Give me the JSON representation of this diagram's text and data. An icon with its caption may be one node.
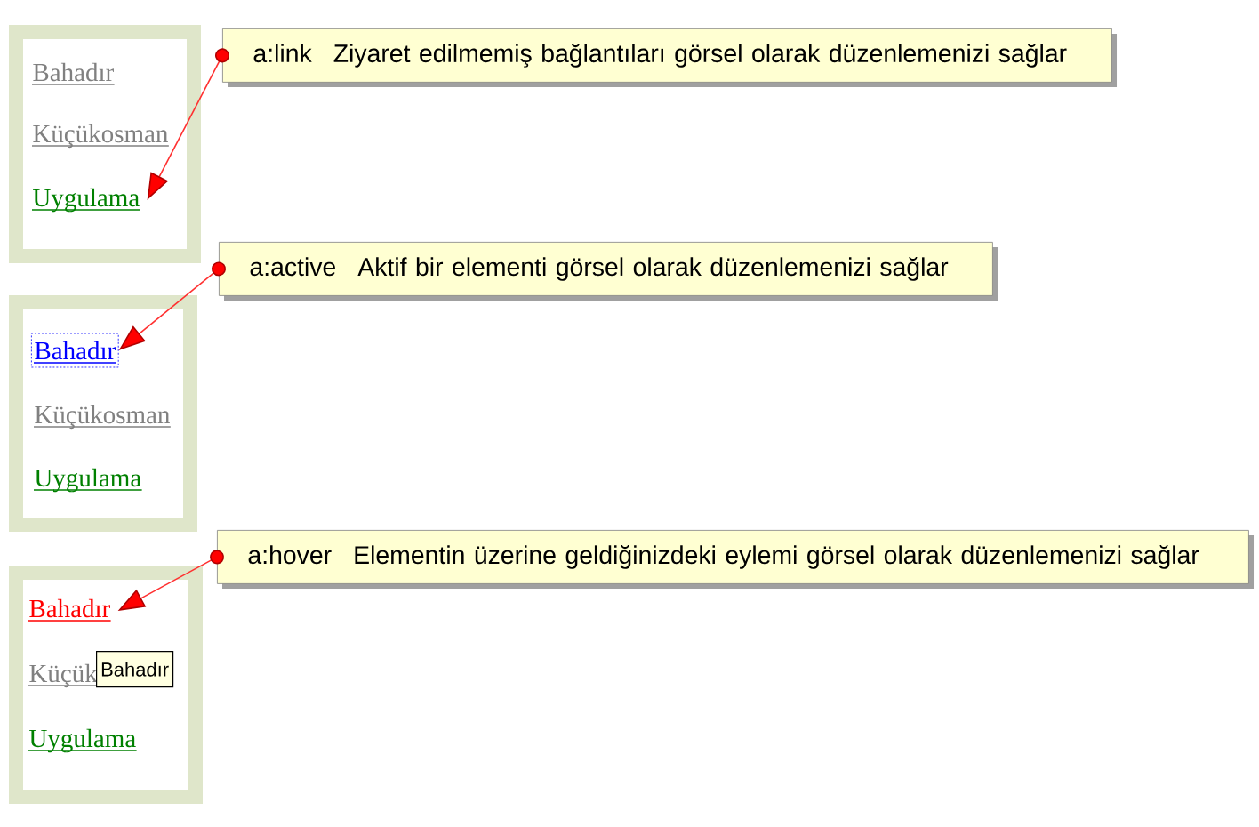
{
  "diagram": {
    "nodes": [
      {
        "text": [],
        "shape": "box"
      },
      {
        "text": [
          "Bahadır"
        ],
        "in": 0
      },
      {
        "text": [
          "Küçükosman"
        ],
        "in": 0
      },
      {
        "text": [
          "Uygulama"
        ],
        "in": 0
      },
      {
        "text": [
          "a:link",
          "Ziyaret edilmemiş bağlantıları görsel olarak düzenlemenizi sağlar"
        ]
      },
      {
        "text": [
          "a:active",
          "Aktif bir elementi görsel olarak düzenlemenizi sağlar"
        ]
      },
      {
        "text": [],
        "shape": "box"
      },
      {
        "text": [
          "Bahadır"
        ],
        "in": 6
      },
      {
        "text": [
          "Küçükosman"
        ],
        "in": 6
      },
      {
        "text": [
          "Uygulama"
        ],
        "in": 6
      },
      {
        "text": [
          "a:hover",
          "Elementin üzerine geldiğinizdeki eylemi görsel olarak düzenlemenizi sağlar"
        ]
      },
      {
        "text": [],
        "shape": "box"
      },
      {
        "text": [
          "Bahadır"
        ],
        "in": 11
      },
      {
        "text": [
          "Küçük"
        ],
        "in": 11
      },
      {
        "text": [
          "Bahadır"
        ],
        "in": 11
      },
      {
        "text": [
          "Uygulama"
        ],
        "in": 11
      }
    ],
    "edges": [
      {
        "from": 4,
        "to": 3,
        "arrow": "to"
      },
      {
        "from": 5,
        "to": 7,
        "arrow": "to"
      },
      {
        "from": 10,
        "to": 12,
        "arrow": "to"
      }
    ]
  }
}
